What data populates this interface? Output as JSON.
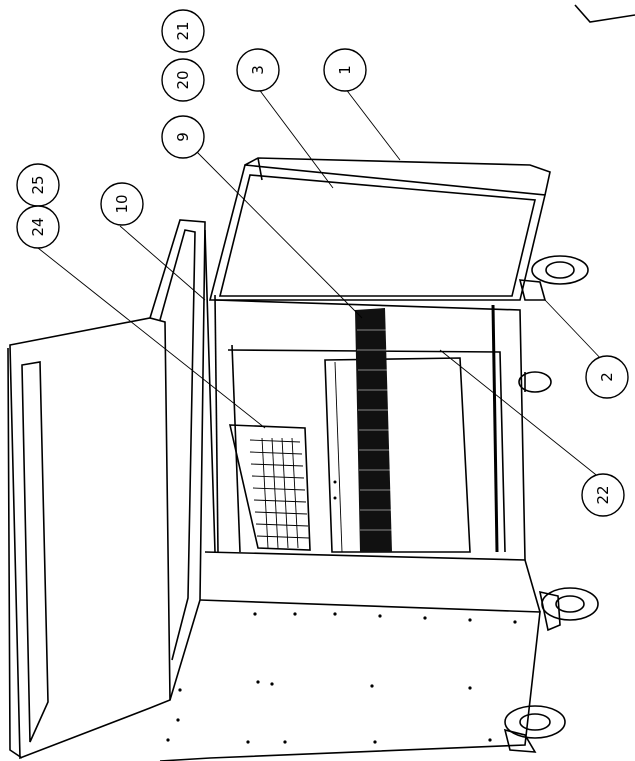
{
  "figure": {
    "kind": "exploded assembly drawing (rotated)",
    "callouts": [
      {
        "id": "c25",
        "label": "25"
      },
      {
        "id": "c24",
        "label": "24"
      },
      {
        "id": "c10",
        "label": "10"
      },
      {
        "id": "c9",
        "label": "9"
      },
      {
        "id": "c20",
        "label": "20"
      },
      {
        "id": "c21",
        "label": "21"
      },
      {
        "id": "c3",
        "label": "3"
      },
      {
        "id": "c1",
        "label": "1"
      },
      {
        "id": "c2",
        "label": "2"
      },
      {
        "id": "c22",
        "label": "22"
      }
    ]
  }
}
